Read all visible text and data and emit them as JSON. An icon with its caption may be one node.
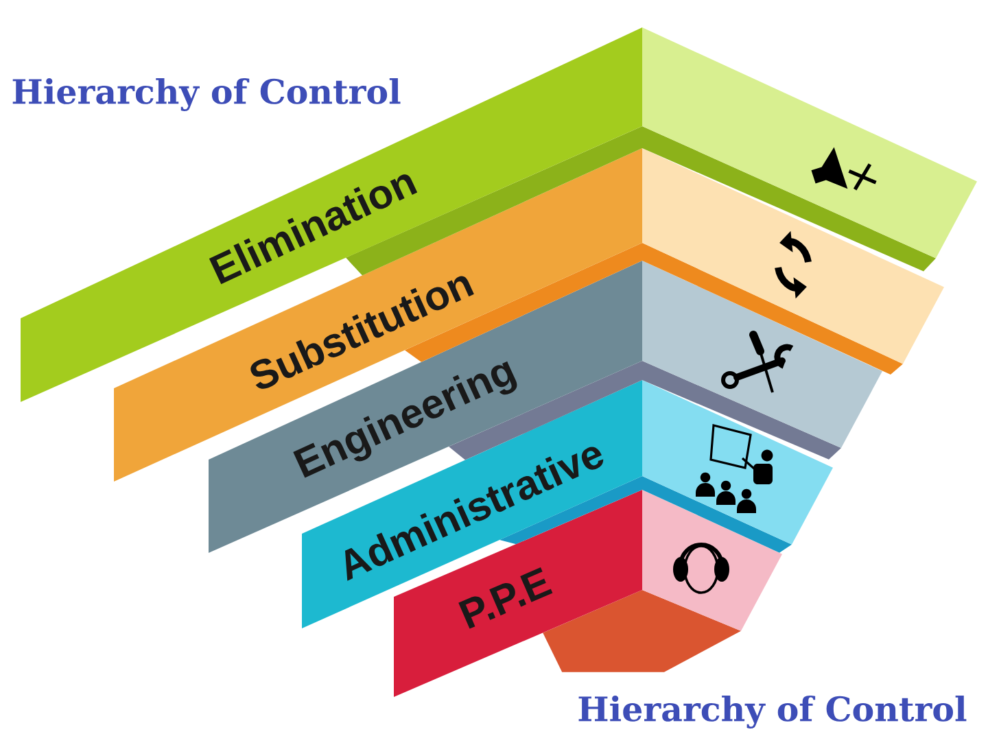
{
  "diagram": {
    "title": "Hierarchy of Control",
    "nodes": [
      {
        "text": [
          "Elimination"
        ]
      },
      {
        "text": [
          "Substitution"
        ]
      },
      {
        "text": [
          "Engineering"
        ]
      },
      {
        "text": [
          "Administrative"
        ]
      },
      {
        "text": [
          "P.P.E"
        ]
      }
    ],
    "labels": [
      "Hierarchy of Control"
    ]
  }
}
